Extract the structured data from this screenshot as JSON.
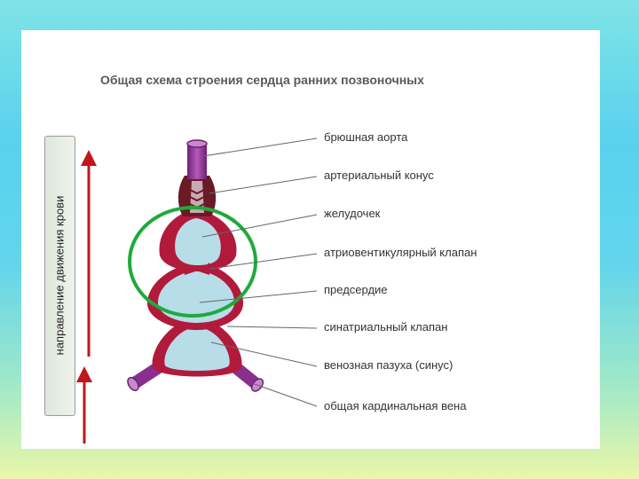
{
  "title": "Общая схема строения сердца ранних позвоночных",
  "side_label": "направление движения крови",
  "labels": [
    "брюшная аорта",
    "артериальный конус",
    "желудочек",
    "атриовентикулярный клапан",
    "предсердие",
    "синатриальный клапан",
    "венозная пазуха (синус)",
    "общая кардинальная вена"
  ],
  "colors": {
    "wall": "#b21a3c",
    "chamber": "#b7dde8",
    "vessel": "#8a2f8e",
    "cone": "#6a1a24",
    "highlight_circle": "#1faa3c",
    "arrow": "#c1161c"
  }
}
